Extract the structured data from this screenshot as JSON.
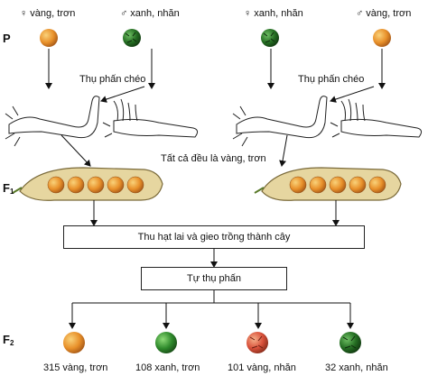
{
  "generations": {
    "p": "P",
    "f1_letter": "F",
    "f1_sub": "1",
    "f2_letter": "F",
    "f2_sub": "2"
  },
  "crosses": [
    {
      "female": "♀ vàng, trơn",
      "male": "♂ xanh, nhăn",
      "label": "Thụ phấn chéo"
    },
    {
      "female": "♀ xanh, nhăn",
      "male": "♂ vàng, trơn",
      "label": "Thụ phấn chéo"
    }
  ],
  "f1_result": "Tất cả đều là vàng, trơn",
  "steps": {
    "collect": "Thu hạt lai và gieo trồng thành cây",
    "self": "Tự thụ phấn"
  },
  "f2": [
    {
      "label": "315 vàng, trơn",
      "seed": "yellow-smooth"
    },
    {
      "label": "108 xanh, trơn",
      "seed": "green-smooth"
    },
    {
      "label": "101 vàng, nhăn",
      "seed": "yellow-wrinkled"
    },
    {
      "label": "32 xanh, nhăn",
      "seed": "green-wrinkled"
    }
  ],
  "colors": {
    "yellow": "#e8902a",
    "yellow_dark": "#b8621a",
    "yellow_light": "#f7c56a",
    "green": "#2f8a2c",
    "green_dark": "#1b5a1a",
    "green_light": "#7fcf6a",
    "wrinkled_red": "#d8503a",
    "pod": "#e6d6a0",
    "pod_edge": "#7a6a3a"
  }
}
